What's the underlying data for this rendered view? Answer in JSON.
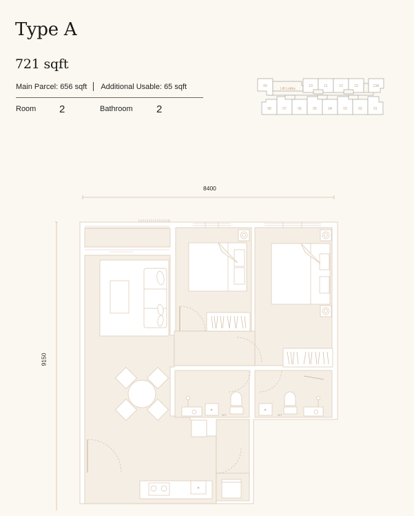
{
  "unit": {
    "title": "Type A",
    "total_area": "721 sqft",
    "main_parcel": "Main Parcel: 656 sqft",
    "additional_usable": "Additional Usable: 65 sqft",
    "room_label": "Room",
    "room_count": "2",
    "bathroom_label": "Bathroom",
    "bathroom_count": "2"
  },
  "key_plan": {
    "lift_lobby_label": "Lift Lobby",
    "top_units": [
      "09",
      "10",
      "11",
      "12",
      "13",
      "13A"
    ],
    "bottom_units": [
      "08",
      "07",
      "06",
      "05",
      "3A",
      "03",
      "02",
      "01"
    ]
  },
  "floor_plan": {
    "width_dimension": "8400",
    "height_dimension": "9150",
    "bath_annotation": "H/T"
  },
  "colors": {
    "background": "#fbf8f1",
    "floor_fill": "#f5eee4",
    "wall_line": "#d9c7b4",
    "accent_text": "#c9a57f"
  }
}
